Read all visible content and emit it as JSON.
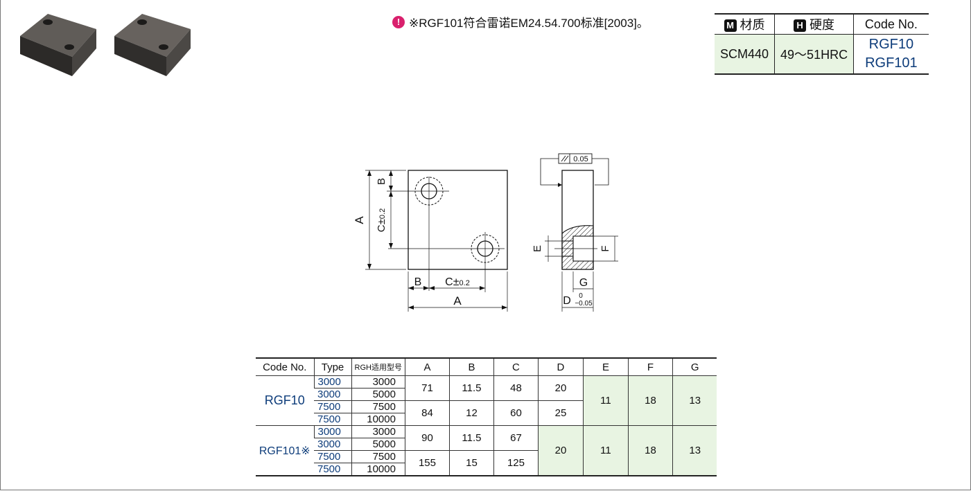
{
  "note": {
    "text": "※RGF101符合雷诺EM24.54.700标准[2003]。"
  },
  "spec_table": {
    "headers": [
      {
        "badge": "M",
        "label": "材质"
      },
      {
        "badge": "H",
        "label": "硬度"
      },
      {
        "badge": "",
        "label": "Code No."
      }
    ],
    "material": "SCM440",
    "hardness": "49～51HRC",
    "codes": [
      "RGF10",
      "RGF101"
    ]
  },
  "drawing": {
    "labels": {
      "A": "A",
      "B": "B",
      "C": "C",
      "pm": "±",
      "tol_c": "0.2",
      "E": "E",
      "F": "F",
      "G": "G",
      "D": "D",
      "parallel": "0.05",
      "tol_d_upper": "0",
      "tol_d_lower": "−0.05"
    }
  },
  "dims_table": {
    "headers": [
      "Code No.",
      "Type",
      "RGH适用型号",
      "A",
      "B",
      "C",
      "D",
      "E",
      "F",
      "G"
    ],
    "groups": [
      {
        "code": "RGF10",
        "rows": [
          {
            "type": "3000",
            "rgh": "3000"
          },
          {
            "type": "3000",
            "rgh": "5000"
          },
          {
            "type": "7500",
            "rgh": "7500"
          },
          {
            "type": "7500",
            "rgh": "10000"
          }
        ],
        "upper": {
          "A": "71",
          "B": "11.5",
          "C": "48",
          "D": "20"
        },
        "lower": {
          "A": "84",
          "B": "12",
          "C": "60",
          "D": "25"
        },
        "E": "11",
        "F": "18",
        "G": "13"
      },
      {
        "code": "RGF101※",
        "rows": [
          {
            "type": "3000",
            "rgh": "3000"
          },
          {
            "type": "3000",
            "rgh": "5000"
          },
          {
            "type": "7500",
            "rgh": "7500"
          },
          {
            "type": "7500",
            "rgh": "10000"
          }
        ],
        "upper": {
          "A": "90",
          "B": "11.5",
          "C": "67"
        },
        "lower": {
          "A": "155",
          "B": "15",
          "C": "125"
        },
        "D": "20",
        "E": "11",
        "F": "18",
        "G": "13"
      }
    ]
  }
}
